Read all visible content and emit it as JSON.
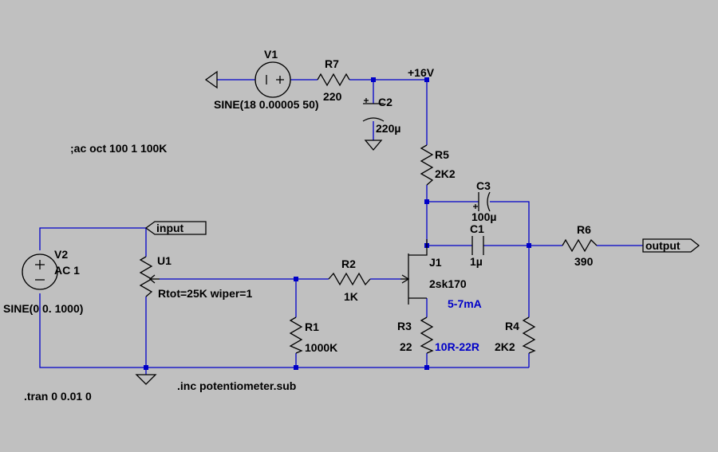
{
  "schematic": {
    "components": {
      "v1": {
        "name": "V1",
        "value": "SINE(18 0.00005 50)"
      },
      "v2": {
        "name": "V2",
        "value": "AC 1",
        "value2": "SINE(0 0. 1000)"
      },
      "r7": {
        "name": "R7",
        "value": "220"
      },
      "c2": {
        "name": "C2",
        "value": "220µ"
      },
      "r5": {
        "name": "R5",
        "value": "2K2"
      },
      "c3": {
        "name": "C3",
        "value": "100µ"
      },
      "c1": {
        "name": "C1",
        "value": "1µ"
      },
      "r6": {
        "name": "R6",
        "value": "390"
      },
      "u1": {
        "name": "U1",
        "value": "Rtot=25K wiper=1"
      },
      "r2": {
        "name": "R2",
        "value": "1K"
      },
      "r1": {
        "name": "R1",
        "value": "1000K"
      },
      "j1": {
        "name": "J1",
        "value": "2sk170"
      },
      "r3": {
        "name": "R3",
        "value": "22"
      },
      "r4": {
        "name": "R4",
        "value": "2K2"
      }
    },
    "nets": {
      "supply": "+16V",
      "input": "input",
      "output": "output"
    },
    "directives": {
      "ac": ";ac oct 100 1 100K",
      "tran": ".tran 0 0.01 0",
      "inc": ".inc potentiometer.sub"
    },
    "comments": {
      "current": "5-7mA",
      "r3_range": "10R-22R"
    },
    "colors": {
      "background": "#c0c0c0",
      "wire": "#0000c8",
      "component": "#000000",
      "comment": "#0000c8"
    }
  }
}
